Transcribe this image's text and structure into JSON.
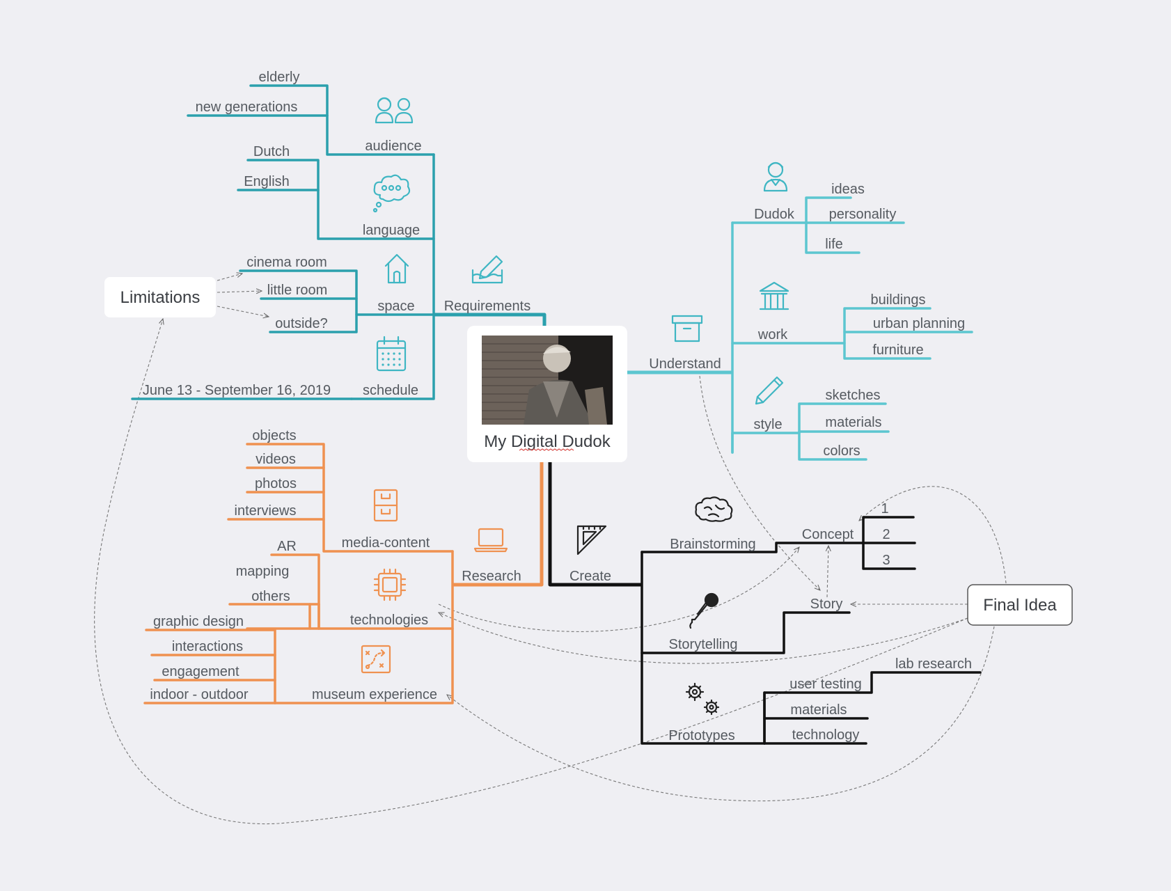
{
  "root": {
    "title": "My Digital Dudok",
    "photo": "portrait-photo"
  },
  "requirements": {
    "label": "Requirements",
    "audience": {
      "label": "audience",
      "items": [
        "elderly",
        "new generations"
      ]
    },
    "language": {
      "label": "language",
      "items": [
        "Dutch",
        "English"
      ]
    },
    "space": {
      "label": "space",
      "items": [
        "cinema room",
        "little room",
        "outside?"
      ]
    },
    "schedule": {
      "label": "schedule",
      "items": [
        "June 13 - September 16, 2019"
      ]
    }
  },
  "limitations": {
    "label": "Limitations"
  },
  "understand": {
    "label": "Understand",
    "dudok": {
      "label": "Dudok",
      "items": [
        "ideas",
        "personality",
        "life"
      ]
    },
    "work": {
      "label": "work",
      "items": [
        "buildings",
        "urban planning",
        "furniture"
      ]
    },
    "style": {
      "label": "style",
      "items": [
        "sketches",
        "materials",
        "colors"
      ]
    }
  },
  "research": {
    "label": "Research",
    "media": {
      "label": "media-content",
      "items": [
        "objects",
        "videos",
        "photos",
        "interviews"
      ]
    },
    "technologies": {
      "label": "technologies",
      "items": [
        "AR",
        "mapping",
        "others"
      ]
    },
    "museum": {
      "label": "museum experience",
      "items": [
        "graphic design",
        "interactions",
        "engagement",
        "indoor - outdoor"
      ]
    }
  },
  "create": {
    "label": "Create",
    "brainstorming": {
      "label": "Brainstorming"
    },
    "concept": {
      "label": "Concept",
      "items": [
        "1",
        "2",
        "3"
      ]
    },
    "storytelling": {
      "label": "Storytelling"
    },
    "story": {
      "label": "Story"
    },
    "prototypes": {
      "label": "Prototypes",
      "items": [
        "user testing",
        "materials",
        "technology"
      ]
    },
    "lab": {
      "label": "lab research"
    }
  },
  "final_idea": {
    "label": "Final Idea"
  },
  "colors": {
    "requirements": "#2ba0ad",
    "understand": "#5cc6d0",
    "research": "#ef9150",
    "create": "#111111",
    "background": "#efeff3"
  },
  "icons": {
    "audience": "people-icon",
    "language": "thought-bubble-icon",
    "space": "house-icon",
    "schedule": "calendar-icon",
    "requirements": "pencil-paper-icon",
    "understand": "archive-box-icon",
    "dudok": "person-icon",
    "work": "museum-building-icon",
    "style": "pencil-icon",
    "media": "file-cabinet-icon",
    "research": "laptop-icon",
    "technologies": "chip-icon",
    "museum": "map-route-icon",
    "create": "set-square-icon",
    "brainstorming": "brain-icon",
    "storytelling": "microphone-icon",
    "prototypes": "gears-icon"
  }
}
